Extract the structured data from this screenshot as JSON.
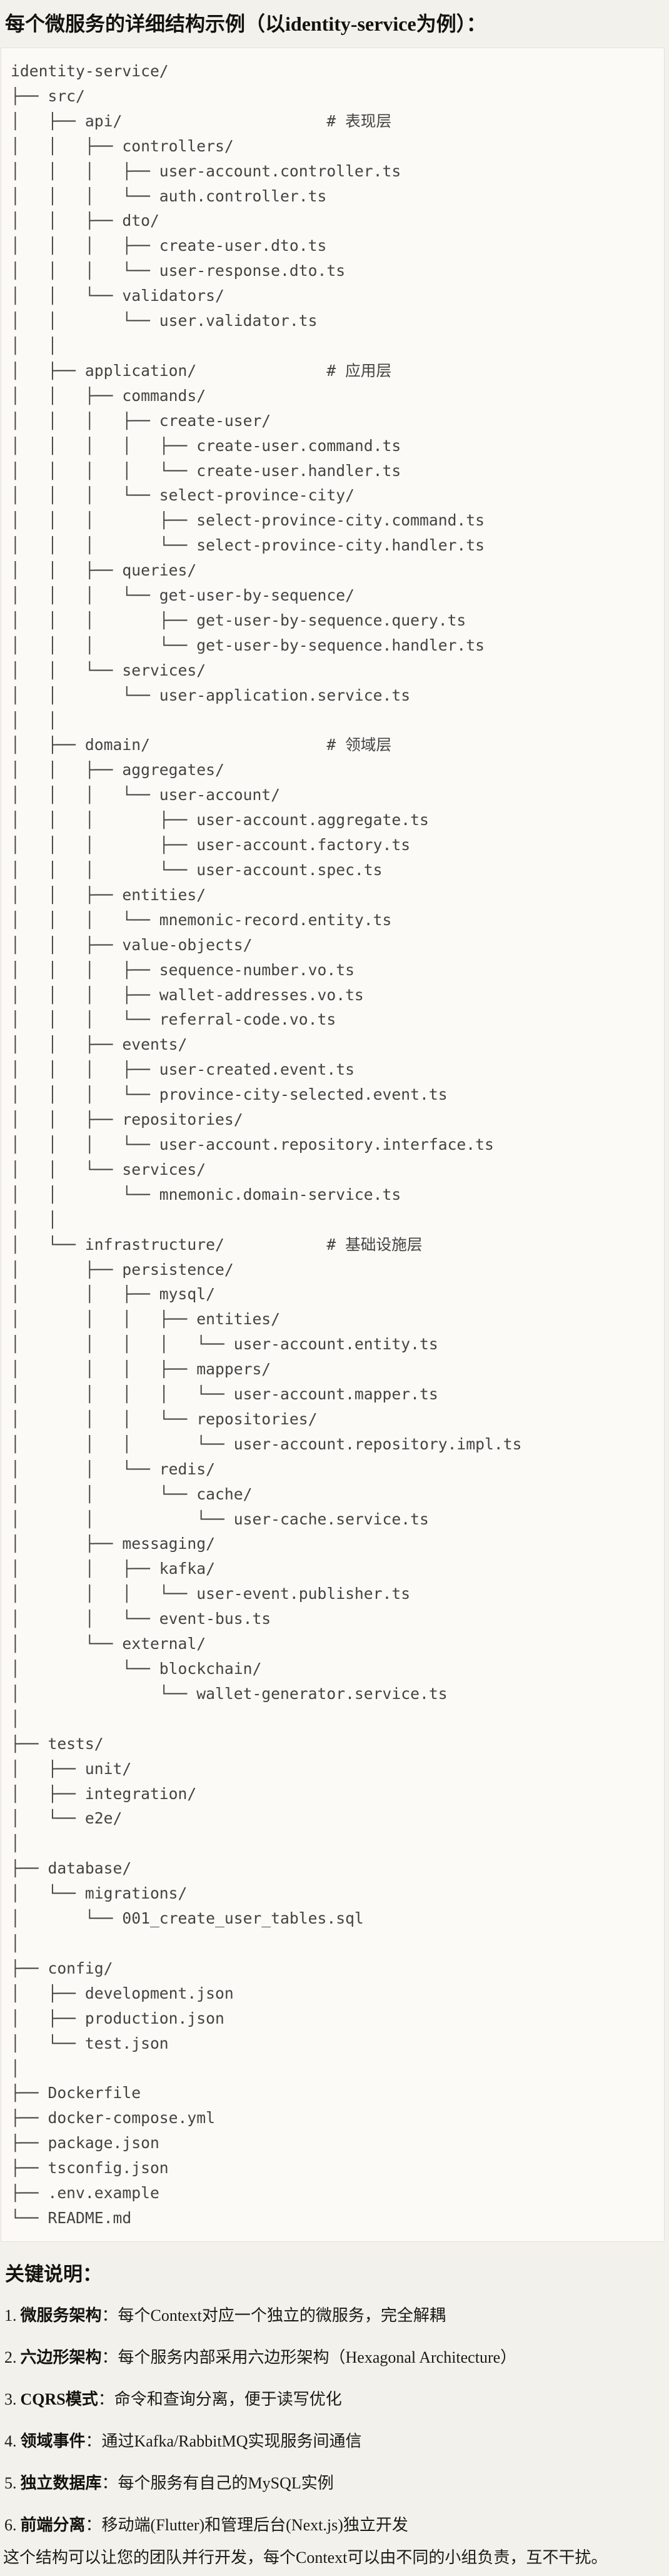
{
  "page": {
    "title": "每个微服务的详细结构示例（以identity-service为例）：",
    "background_color": "#f3f1eb"
  },
  "code_block": {
    "background_color": "#fbfaf7",
    "border_color": "#e3e1da",
    "text_color": "#45433f",
    "lines": [
      "identity-service/",
      "├── src/",
      "│   ├── api/                      # 表现层",
      "│   │   ├── controllers/",
      "│   │   │   ├── user-account.controller.ts",
      "│   │   │   └── auth.controller.ts",
      "│   │   ├── dto/",
      "│   │   │   ├── create-user.dto.ts",
      "│   │   │   └── user-response.dto.ts",
      "│   │   └── validators/",
      "│   │       └── user.validator.ts",
      "│   │",
      "│   ├── application/              # 应用层",
      "│   │   ├── commands/",
      "│   │   │   ├── create-user/",
      "│   │   │   │   ├── create-user.command.ts",
      "│   │   │   │   └── create-user.handler.ts",
      "│   │   │   └── select-province-city/",
      "│   │   │       ├── select-province-city.command.ts",
      "│   │   │       └── select-province-city.handler.ts",
      "│   │   ├── queries/",
      "│   │   │   └── get-user-by-sequence/",
      "│   │   │       ├── get-user-by-sequence.query.ts",
      "│   │   │       └── get-user-by-sequence.handler.ts",
      "│   │   └── services/",
      "│   │       └── user-application.service.ts",
      "│   │",
      "│   ├── domain/                   # 领域层",
      "│   │   ├── aggregates/",
      "│   │   │   └── user-account/",
      "│   │   │       ├── user-account.aggregate.ts",
      "│   │   │       ├── user-account.factory.ts",
      "│   │   │       └── user-account.spec.ts",
      "│   │   ├── entities/",
      "│   │   │   └── mnemonic-record.entity.ts",
      "│   │   ├── value-objects/",
      "│   │   │   ├── sequence-number.vo.ts",
      "│   │   │   ├── wallet-addresses.vo.ts",
      "│   │   │   └── referral-code.vo.ts",
      "│   │   ├── events/",
      "│   │   │   ├── user-created.event.ts",
      "│   │   │   └── province-city-selected.event.ts",
      "│   │   ├── repositories/",
      "│   │   │   └── user-account.repository.interface.ts",
      "│   │   └── services/",
      "│   │       └── mnemonic.domain-service.ts",
      "│   │",
      "│   └── infrastructure/           # 基础设施层",
      "│       ├── persistence/",
      "│       │   ├── mysql/",
      "│       │   │   ├── entities/",
      "│       │   │   │   └── user-account.entity.ts",
      "│       │   │   ├── mappers/",
      "│       │   │   │   └── user-account.mapper.ts",
      "│       │   │   └── repositories/",
      "│       │   │       └── user-account.repository.impl.ts",
      "│       │   └── redis/",
      "│       │       └── cache/",
      "│       │           └── user-cache.service.ts",
      "│       ├── messaging/",
      "│       │   ├── kafka/",
      "│       │   │   └── user-event.publisher.ts",
      "│       │   └── event-bus.ts",
      "│       └── external/",
      "│           └── blockchain/",
      "│               └── wallet-generator.service.ts",
      "│",
      "├── tests/",
      "│   ├── unit/",
      "│   ├── integration/",
      "│   └── e2e/",
      "│",
      "├── database/",
      "│   └── migrations/",
      "│       └── 001_create_user_tables.sql",
      "│",
      "├── config/",
      "│   ├── development.json",
      "│   ├── production.json",
      "│   └── test.json",
      "│",
      "├── Dockerfile",
      "├── docker-compose.yml",
      "├── package.json",
      "├── tsconfig.json",
      "├── .env.example",
      "└── README.md"
    ]
  },
  "notes": {
    "heading": "关键说明：",
    "items": [
      {
        "num": "1.",
        "label": "微服务架构",
        "colon": "：",
        "text": "每个Context对应一个独立的微服务，完全解耦"
      },
      {
        "num": "2.",
        "label": "六边形架构",
        "colon": "：",
        "text": "每个服务内部采用六边形架构（Hexagonal Architecture）"
      },
      {
        "num": "3.",
        "label": "CQRS模式",
        "colon": "：",
        "text": "命令和查询分离，便于读写优化"
      },
      {
        "num": "4.",
        "label": "领域事件",
        "colon": "：",
        "text": "通过Kafka/RabbitMQ实现服务间通信"
      },
      {
        "num": "5.",
        "label": "独立数据库",
        "colon": "：",
        "text": "每个服务有自己的MySQL实例"
      },
      {
        "num": "6.",
        "label": "前端分离",
        "colon": "：",
        "text": "移动端(Flutter)和管理后台(Next.js)独立开发"
      }
    ],
    "footer": "这个结构可以让您的团队并行开发，每个Context可以由不同的小组负责，互不干扰。"
  }
}
